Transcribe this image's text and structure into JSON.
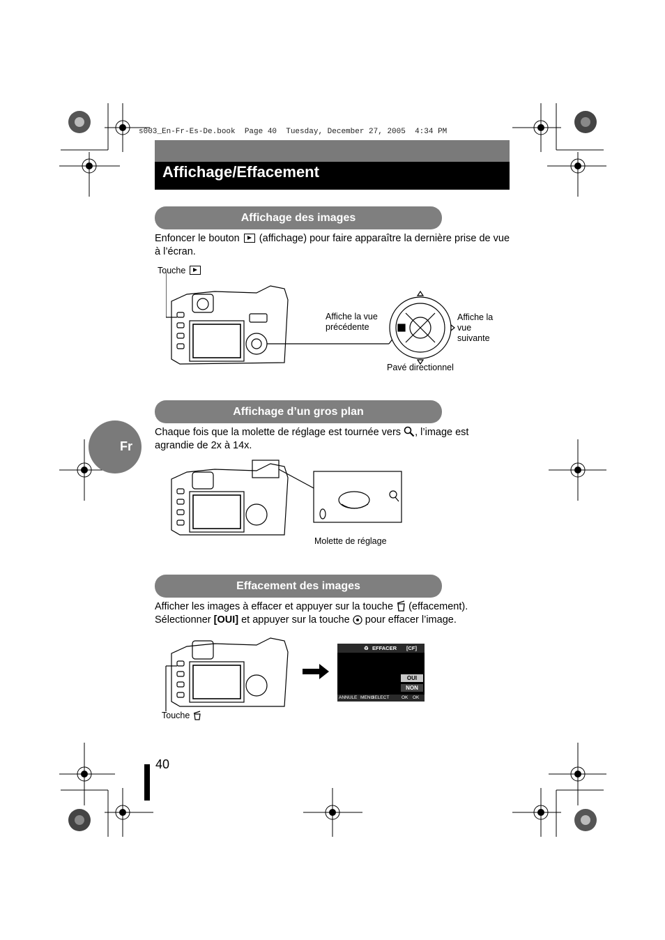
{
  "print_info": "s003_En-Fr-Es-De.book  Page 40  Tuesday, December 27, 2005  4:34 PM",
  "title": "Affichage/Effacement",
  "lang_tab": "Fr",
  "page_number": "40",
  "sections": [
    {
      "heading": "Affichage des images",
      "text_before_icon": "Enfoncer le bouton",
      "text_after_icon": "(affichage) pour faire apparaître la dernière prise de vue à l’écran.",
      "labels": {
        "button": "Touche",
        "previous": "Affiche la vue précédente",
        "next": "Affiche la vue suivante",
        "pad": "Pavé directionnel"
      }
    },
    {
      "heading": "Affichage d’un gros plan",
      "text_before_icon": "Chaque fois que la molette de réglage est tournée vers",
      "text_after_icon": ", l’image est agrandie de 2x à 14x.",
      "labels": {
        "dial": "Molette de réglage"
      }
    },
    {
      "heading": "Effacement des images",
      "line1_before": "Afficher les images à effacer et appuyer sur la touche",
      "line1_after": "(effacement).",
      "line2_before": "Sélectionner",
      "line2_bold": "[OUI]",
      "line2_mid": "et appuyer sur la touche",
      "line2_after": "pour effacer l’image.",
      "labels": {
        "button": "Touche"
      },
      "screen": {
        "header": "EFFACER",
        "card": "[CF]",
        "option_yes": "OUI",
        "option_no": "NON",
        "footer_cancel": "ANNULE",
        "footer_cancel_key": "MENU",
        "footer_select": "SELECT",
        "footer_ok": "OK",
        "footer_ok_key": "OK"
      }
    }
  ]
}
